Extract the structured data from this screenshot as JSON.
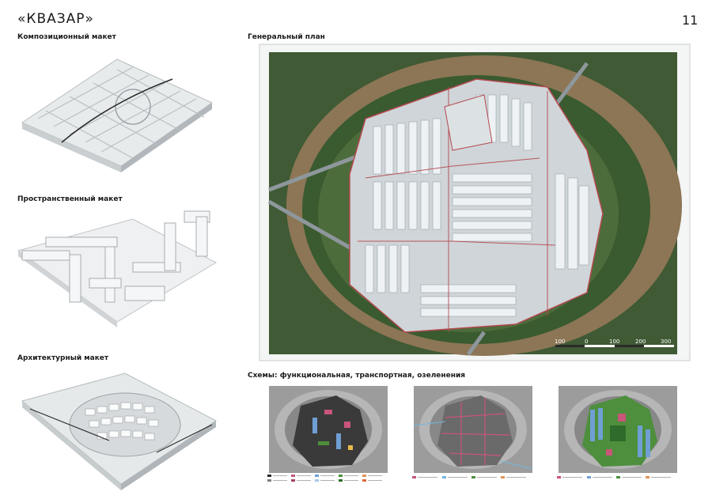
{
  "header": {
    "title": "«КВАЗАР»",
    "page_number": "11"
  },
  "left_column": {
    "model1_label": "Композиционный макет",
    "model2_label": "Пространственный макет",
    "model3_label": "Архитектурный макет"
  },
  "master_plan": {
    "label": "Генеральный план",
    "scale_ticks": [
      "100",
      "0",
      "100",
      "200",
      "300"
    ]
  },
  "schemes": {
    "label": "Схемы: функциональная, транспортная, озеленения"
  },
  "colors": {
    "terrain_dark": "#2f4a2a",
    "terrain_brown": "#8a6f4e",
    "road_red": "#b5484f",
    "building_light": "#e6ebee",
    "func_green": "#4d8f3c",
    "func_blue": "#6f9fd4",
    "func_pink": "#c9557a"
  }
}
